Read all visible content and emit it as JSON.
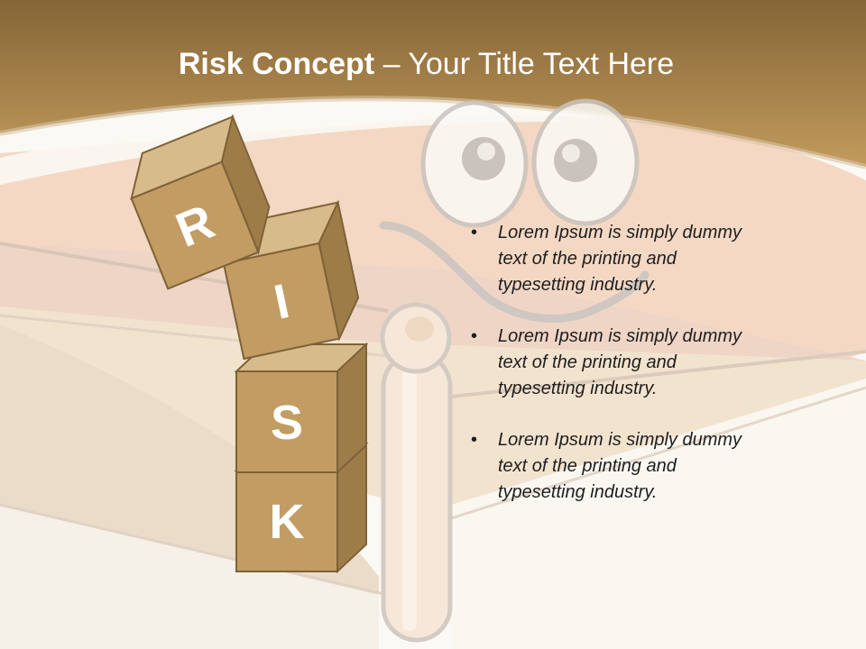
{
  "slide": {
    "title_bold": "Risk Concept",
    "title_rest": " – Your Title Text Here",
    "bullet_symbol": "•",
    "bullets": [
      "Lorem Ipsum is simply dummy text of the printing and typesetting industry.",
      "Lorem Ipsum is simply dummy text of the printing and typesetting industry.",
      "Lorem Ipsum is simply dummy text of the printing and typesetting industry."
    ],
    "blocks": [
      {
        "letter": "R"
      },
      {
        "letter": "I"
      },
      {
        "letter": "S"
      },
      {
        "letter": "K"
      }
    ]
  },
  "colors": {
    "header_top": "#8b6a3a",
    "header_bottom": "#c09a5c",
    "block_front": "#c29c62",
    "block_top": "#d8bb8a",
    "block_side": "#9e7c48",
    "block_edge": "#7d6238",
    "text": "#1e1e1e"
  }
}
